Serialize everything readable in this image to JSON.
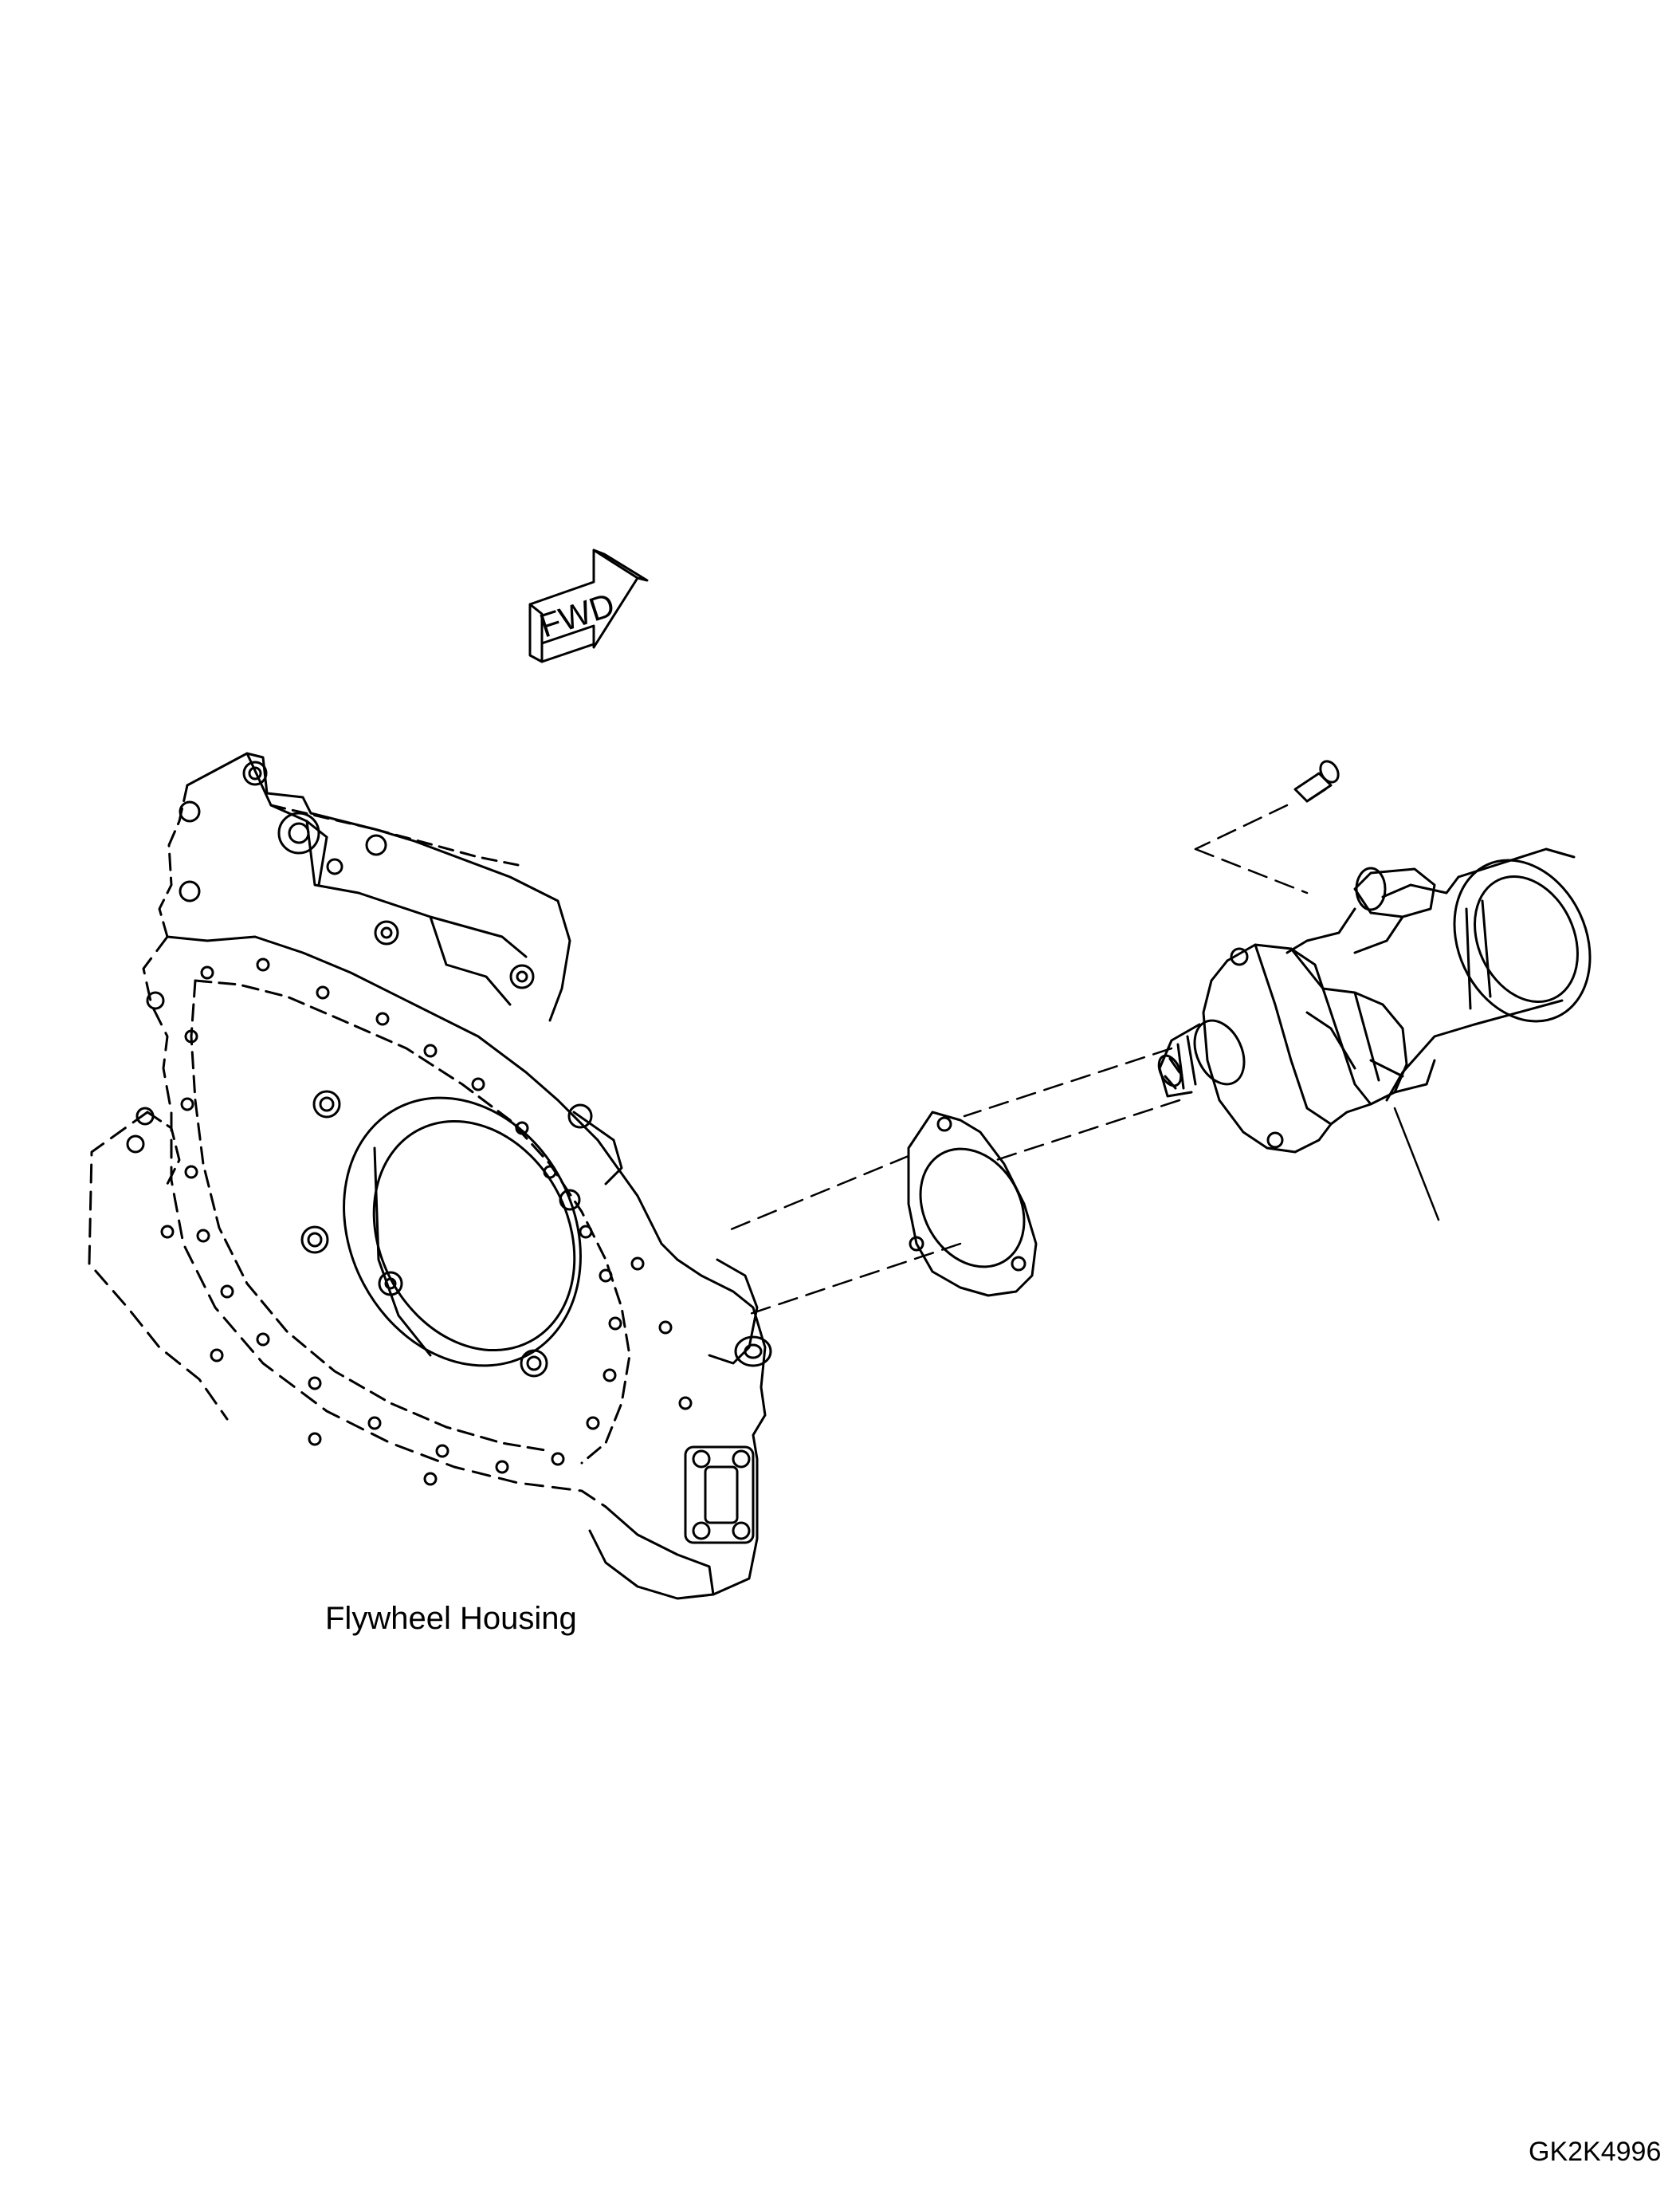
{
  "diagram": {
    "direction_marker": "FWD",
    "housing_label": "Flywheel Housing",
    "figure_code": "GK2K4996",
    "colors": {
      "ink": "#000000",
      "paper": "#ffffff"
    }
  }
}
